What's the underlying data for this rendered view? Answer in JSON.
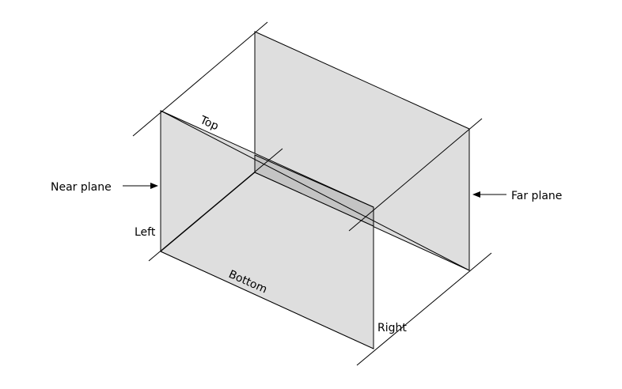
{
  "diagram": {
    "labels": {
      "near_plane": "Near plane",
      "far_plane": "Far plane",
      "top": "Top",
      "left": "Left",
      "bottom": "Bottom",
      "right": "Right"
    },
    "colors": {
      "face": "#dedede",
      "overlap": "#c4c4c4",
      "line": "#000000",
      "background": "#ffffff"
    }
  }
}
